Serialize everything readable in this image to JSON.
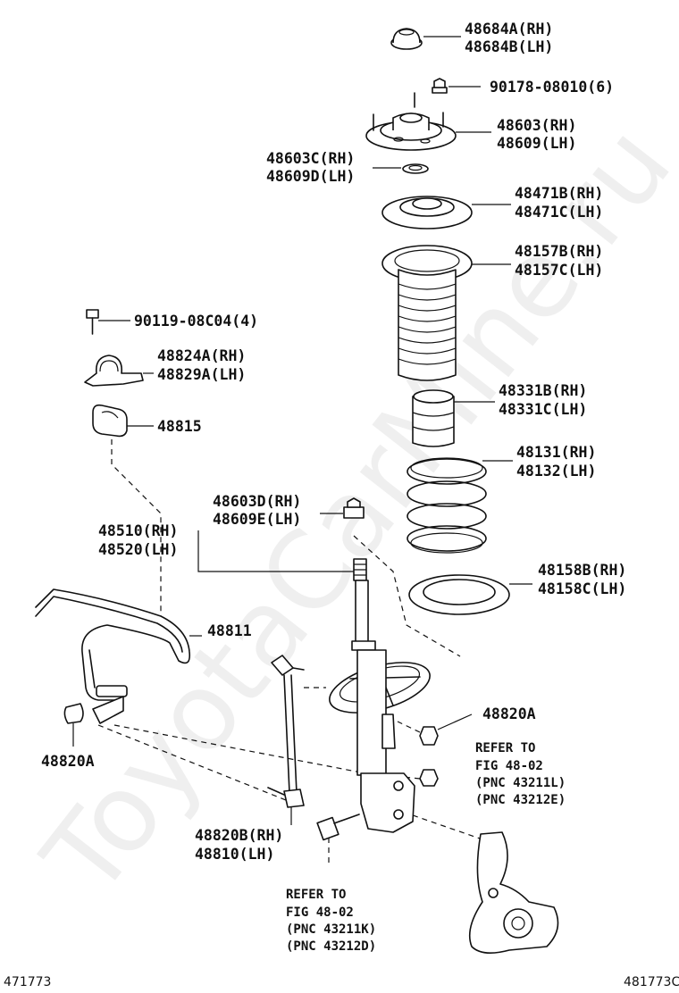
{
  "watermark": "ToyotaCarMine.ru",
  "parts": {
    "cap": [
      "48684A(RH)",
      "48684B(LH)"
    ],
    "nut_top": "90178-08010(6)",
    "support": [
      "48603(RH)",
      "48609(LH)"
    ],
    "bearing": [
      "48603C(RH)",
      "48609D(LH)"
    ],
    "upper_seat": [
      "48471B(RH)",
      "48471C(LH)"
    ],
    "boot": [
      "48157B(RH)",
      "48157C(LH)"
    ],
    "bumper": [
      "48331B(RH)",
      "48331C(LH)"
    ],
    "spring": [
      "48131(RH)",
      "48132(LH)"
    ],
    "lower_insulator": [
      "48158B(RH)",
      "48158C(LH)"
    ],
    "bolt": "90119-08C04(4)",
    "bracket": [
      "48824A(RH)",
      "48829A(LH)"
    ],
    "bushing": "48815",
    "nut_strut": [
      "48603D(RH)",
      "48609E(LH)"
    ],
    "absorber": [
      "48510(RH)",
      "48520(LH)"
    ],
    "stabilizer_bar": "48811",
    "link_nut_right": "48820A",
    "link_nut_left": "48820A",
    "link": [
      "48820B(RH)",
      "48810(LH)"
    ]
  },
  "refer_right": [
    "REFER TO",
    "FIG 48-02",
    "(PNC 43211L)",
    "(PNC 43212E)"
  ],
  "refer_bottom": [
    "REFER TO",
    "FIG 48-02",
    "(PNC 43211K)",
    "(PNC 43212D)"
  ],
  "footer": {
    "left": "471773",
    "right": "481773C"
  }
}
